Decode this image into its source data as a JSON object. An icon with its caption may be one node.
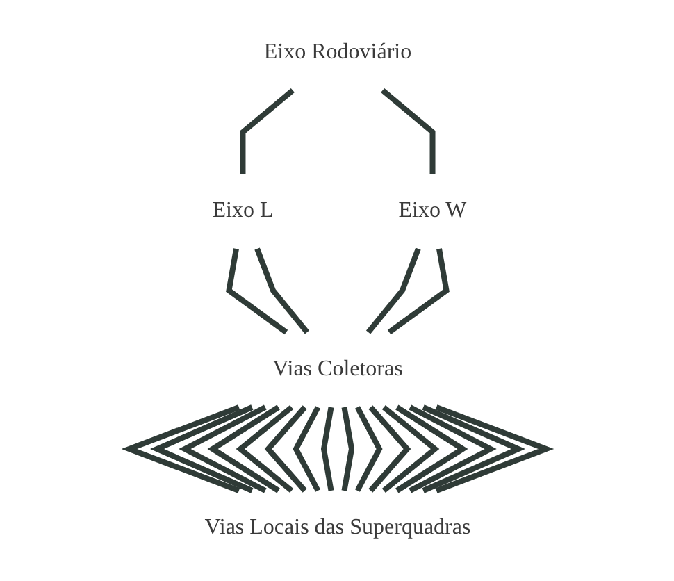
{
  "diagram": {
    "nodes": [
      {
        "text": [
          "Eixo Rodoviário"
        ]
      },
      {
        "text": [
          "Eixo L"
        ]
      },
      {
        "text": [
          "Eixo W"
        ]
      },
      {
        "text": [
          "Vias Coletoras"
        ]
      },
      {
        "text": [
          "Vias Locais das Superquadras"
        ]
      }
    ],
    "edges": [
      {
        "from": 0,
        "to": 1,
        "arrow": "none"
      },
      {
        "from": 0,
        "to": 2,
        "arrow": "none"
      },
      {
        "from": 1,
        "to": 3,
        "arrow": "none"
      },
      {
        "from": 1,
        "to": 3,
        "arrow": "none"
      },
      {
        "from": 2,
        "to": 3,
        "arrow": "none"
      },
      {
        "from": 2,
        "to": 3,
        "arrow": "none"
      },
      {
        "from": 3,
        "to": 4,
        "arrow": "none"
      },
      {
        "from": 3,
        "to": 4,
        "arrow": "none"
      },
      {
        "from": 3,
        "to": 4,
        "arrow": "none"
      },
      {
        "from": 3,
        "to": 4,
        "arrow": "none"
      },
      {
        "from": 3,
        "to": 4,
        "arrow": "none"
      },
      {
        "from": 3,
        "to": 4,
        "arrow": "none"
      },
      {
        "from": 3,
        "to": 4,
        "arrow": "none"
      },
      {
        "from": 3,
        "to": 4,
        "arrow": "none"
      },
      {
        "from": 3,
        "to": 4,
        "arrow": "none"
      },
      {
        "from": 3,
        "to": 4,
        "arrow": "none"
      },
      {
        "from": 3,
        "to": 4,
        "arrow": "none"
      },
      {
        "from": 3,
        "to": 4,
        "arrow": "none"
      },
      {
        "from": 3,
        "to": 4,
        "arrow": "none"
      },
      {
        "from": 3,
        "to": 4,
        "arrow": "none"
      },
      {
        "from": 3,
        "to": 4,
        "arrow": "none"
      },
      {
        "from": 3,
        "to": 4,
        "arrow": "none"
      }
    ]
  }
}
